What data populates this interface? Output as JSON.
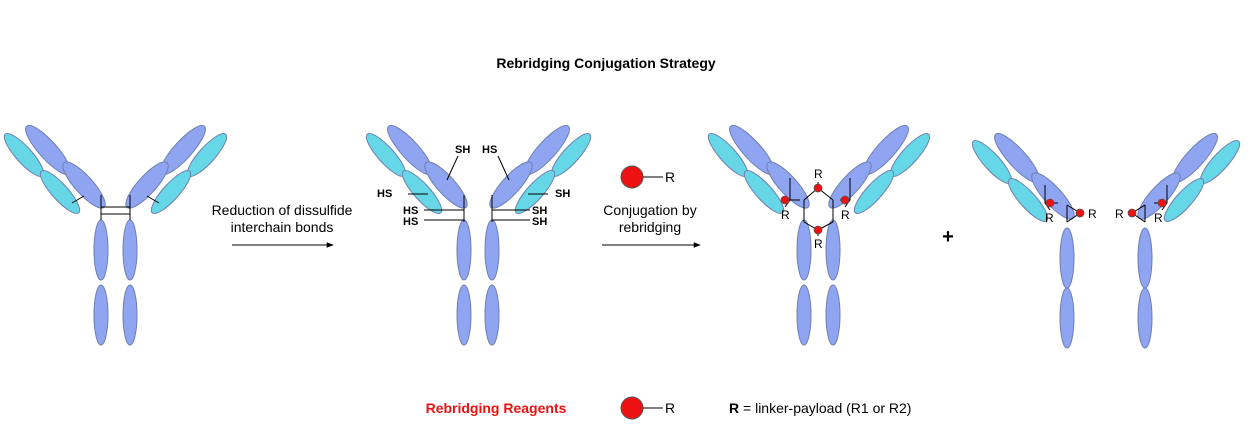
{
  "title": "Rebridging Conjugation Strategy",
  "step1": {
    "line1": "Reduction of dissulfide",
    "line2": "interchain bonds"
  },
  "step2": {
    "line1": "Conjugation by",
    "line2": "rebridging"
  },
  "thiol_labels": {
    "sh_top": "SH",
    "hs_top": "HS",
    "hs_left": "HS",
    "sh_right": "SH",
    "hs_hinge1": "HS",
    "hs_hinge2": "HS",
    "sh_hinge1": "SH",
    "sh_hinge2": "SH"
  },
  "r_labels": {
    "reagent_r": "R",
    "c_top": "R",
    "c_left": "R",
    "c_right": "R",
    "c_bottom": "R",
    "d_left1": "R",
    "d_left2": "R",
    "d_right1": "R",
    "d_right2": "R"
  },
  "plus_sign": "+",
  "legend": {
    "reagents_label": "Rebridging Reagents",
    "reagent_r": "R",
    "r_bold": "R",
    "r_definition": " = linker-payload (R1 or R2)"
  },
  "colors": {
    "heavy_chain": "#8fa5f2",
    "light_chain": "#66d7e6",
    "reagent_dot": "#ee1111",
    "legend_red": "#ee1111",
    "outline": "#6e7fb0"
  }
}
